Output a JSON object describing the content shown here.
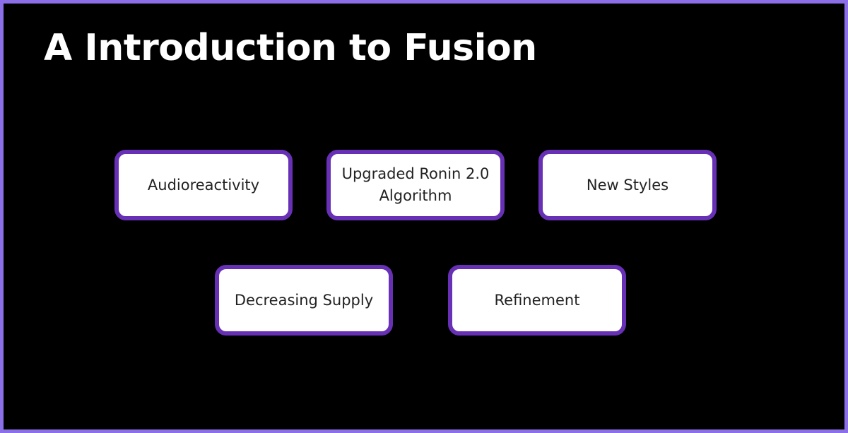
{
  "slide": {
    "title": "A Introduction to Fusion"
  },
  "cards": [
    {
      "label": "Audioreactivity"
    },
    {
      "label": "Upgraded Ronin 2.0 Algorithm"
    },
    {
      "label": "New Styles"
    },
    {
      "label": "Decreasing Supply"
    },
    {
      "label": "Refinement"
    }
  ],
  "colors": {
    "background": "#000000",
    "frame_border": "#8b6fe8",
    "card_border": "#6730b5",
    "card_fill": "#ffffff",
    "title_text": "#ffffff",
    "card_text": "#222222"
  }
}
